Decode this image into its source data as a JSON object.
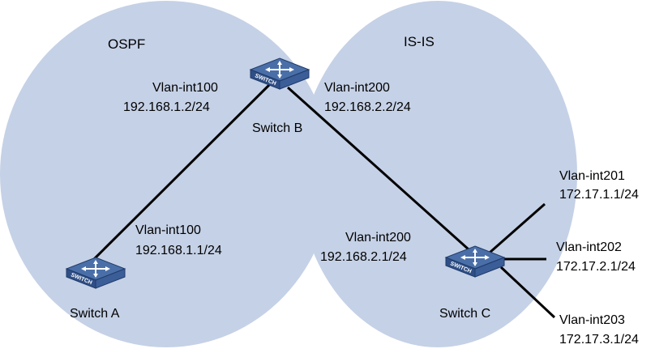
{
  "regions": [
    {
      "id": "ospf",
      "label": "OSPF"
    },
    {
      "id": "isis",
      "label": "IS-IS"
    }
  ],
  "devices": [
    {
      "id": "switch-a",
      "name": "Switch A",
      "icon": "switch-icon",
      "brand": "SWITCH"
    },
    {
      "id": "switch-b",
      "name": "Switch B",
      "icon": "switch-icon",
      "brand": "SWITCH"
    },
    {
      "id": "switch-c",
      "name": "Switch C",
      "icon": "switch-icon",
      "brand": "SWITCH"
    }
  ],
  "links": [
    {
      "from": "switch-a",
      "to": "switch-b",
      "from_iface": {
        "name": "Vlan-int100",
        "ip": "192.168.1.1/24"
      },
      "to_iface": {
        "name": "Vlan-int100",
        "ip": "192.168.1.2/24"
      }
    },
    {
      "from": "switch-b",
      "to": "switch-c",
      "from_iface": {
        "name": "Vlan-int200",
        "ip": "192.168.2.2/24"
      },
      "to_iface": {
        "name": "Vlan-int200",
        "ip": "192.168.2.1/24"
      }
    }
  ],
  "stubs": [
    {
      "device": "switch-c",
      "name": "Vlan-int201",
      "ip": "172.17.1.1/24"
    },
    {
      "device": "switch-c",
      "name": "Vlan-int202",
      "ip": "172.17.2.1/24"
    },
    {
      "device": "switch-c",
      "name": "Vlan-int203",
      "ip": "172.17.3.1/24"
    }
  ],
  "colors": {
    "region_fill": "#c5d1e6",
    "switch_top": "#4a6fa8",
    "switch_side": "#2f4f86",
    "line": "#000000"
  }
}
